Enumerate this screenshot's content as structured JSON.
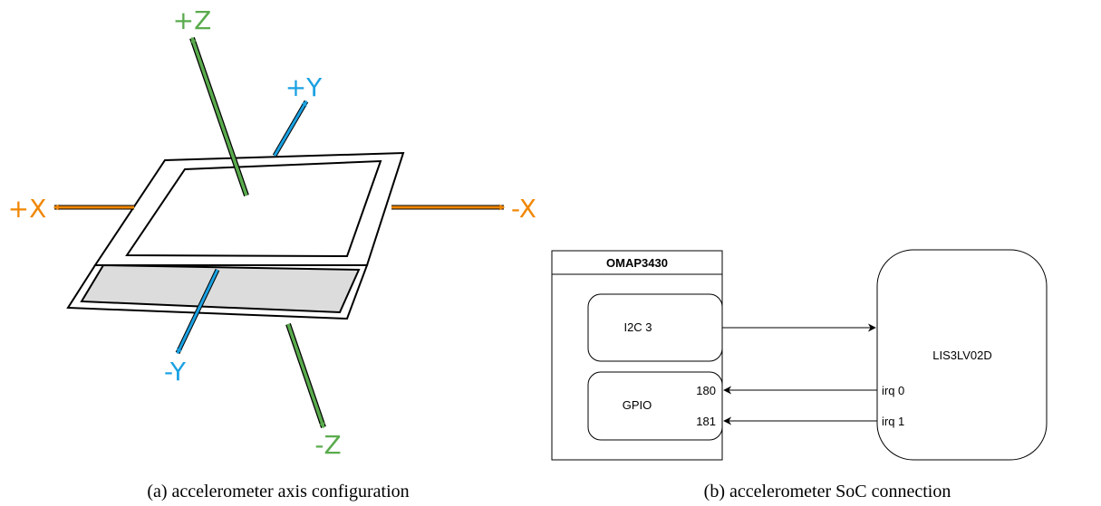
{
  "axis_diagram": {
    "labels": {
      "plus_z": "+Z",
      "minus_z": "-Z",
      "plus_y": "+Y",
      "minus_y": "-Y",
      "plus_x": "+X",
      "minus_x": "-X"
    },
    "colors": {
      "z": "#5aab4d",
      "y": "#1ba1e2",
      "x": "#f08705",
      "keyboard": "#dcdcdc"
    },
    "caption": "(a) accelerometer axis configuration"
  },
  "soc_diagram": {
    "soc_title": "OMAP3430",
    "i2c_block": "I2C 3",
    "gpio_block": "GPIO",
    "gpio_pin_1": "180",
    "gpio_pin_2": "181",
    "sensor_name": "LIS3LV02D",
    "irq_0": "irq 0",
    "irq_1": "irq 1",
    "caption": "(b) accelerometer SoC connection"
  }
}
